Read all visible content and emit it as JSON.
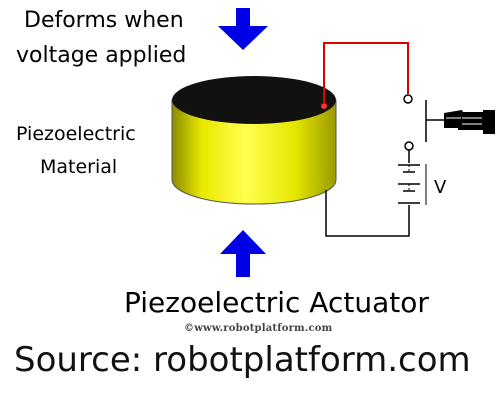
{
  "diagram": {
    "effect_label_line1": "Deforms when",
    "effect_label_line2": "voltage applied",
    "material_label_line1": "Piezoelectric",
    "material_label_line2": "Material",
    "voltage_label": "V",
    "title": "Piezoelectric Actuator",
    "watermark": "©www.robotplatform.com"
  },
  "caption": {
    "source": "Source: robotplatform.com"
  },
  "colors": {
    "arrow": "#0000e6",
    "cylinder_body": "#e6e600",
    "cylinder_top": "#111111",
    "wire_positive": "#e00000",
    "wire_negative": "#000000"
  },
  "icons": [
    "down-arrow-icon",
    "up-arrow-icon",
    "switch-icon",
    "battery-icon",
    "hand-icon"
  ]
}
